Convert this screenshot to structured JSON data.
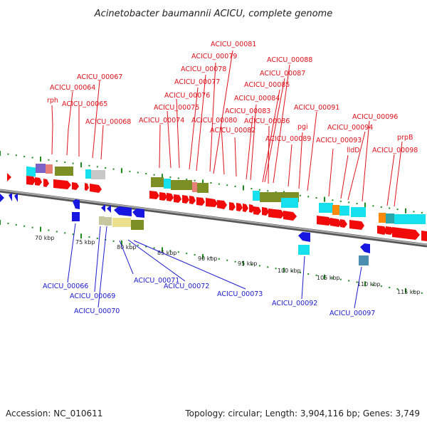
{
  "title": "Acinetobacter baumannii ACICU, complete genome",
  "accession": "Accession: NC_010611",
  "topology": "Topology: circular; Length: 3,904,116 bp; Genes: 3,749",
  "colors": {
    "forward_gene": "#f10a0a",
    "reverse_gene": "#1717e0",
    "backbone": "#8c8c8c",
    "tick": "#1f8a1f",
    "cog_olive": "#7b8f24",
    "cog_cyan": "#17e0ee",
    "cog_pink": "#e8807a",
    "cog_purple": "#7c62c8",
    "cog_orange": "#ff8a0a",
    "cog_khaki": "#ecdf8e",
    "cog_gray": "#c8c8c8",
    "cog_teal": "#2aa6a8"
  },
  "scale": {
    "unit": "kbp",
    "tick_labels": [
      "70 kbp",
      "75 kbp",
      "80 kbp",
      "85 kbp",
      "90 kbp",
      "95 kbp",
      "100 kbp",
      "105 kbp",
      "110 kbp",
      "115 kbp"
    ]
  },
  "forward_genes": [
    "rph",
    "ACICU_00064",
    "ACICU_00065",
    "ACICU_00067",
    "ACICU_00068",
    "ACICU_00074",
    "ACICU_00075",
    "ACICU_00076",
    "ACICU_00077",
    "ACICU_00078",
    "ACICU_00079",
    "ACICU_00080",
    "ACICU_00081",
    "ACICU_00082",
    "ACICU_00083",
    "ACICU_00084",
    "ACICU_00085",
    "ACICU_00086",
    "ACICU_00087",
    "ACICU_00088",
    "ACICU_00089",
    "pgi",
    "ACICU_00091",
    "ACICU_00093",
    "lldD",
    "ACICU_00094",
    "ACICU_00096",
    "ACICU_00098",
    "prpB"
  ],
  "reverse_genes": [
    "ACICU_00066",
    "ACICU_00069",
    "ACICU_00070",
    "ACICU_00071",
    "ACICU_00072",
    "ACICU_00073",
    "ACICU_00092",
    "ACICU_00097"
  ]
}
